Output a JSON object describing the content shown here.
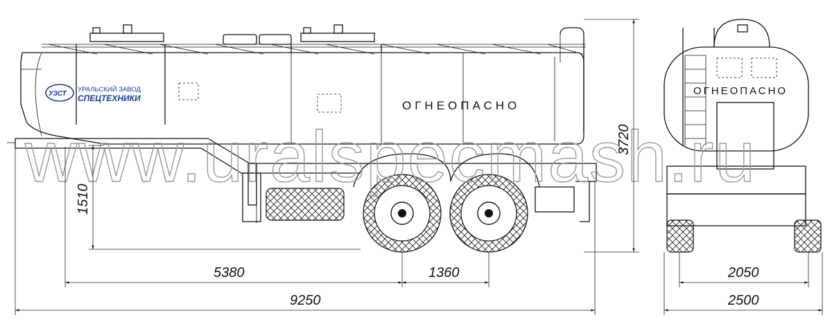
{
  "logo": {
    "mark": "УЗСТ",
    "line1": "УРАЛЬСКИЙ ЗАВОД",
    "line2": "СПЕЦТЕХНИКИ"
  },
  "tank_label_side": "ОГНЕОПАСНО",
  "tank_label_rear": "ОГНЕОПАСНО",
  "watermark": "www.uralspecmash.ru",
  "dimensions": {
    "wheelbase_front": "5380",
    "axle_spacing": "1360",
    "overall_length": "9250",
    "overall_height": "3720",
    "coupling_height": "1510",
    "track_width": "2050",
    "overall_width": "2500"
  }
}
